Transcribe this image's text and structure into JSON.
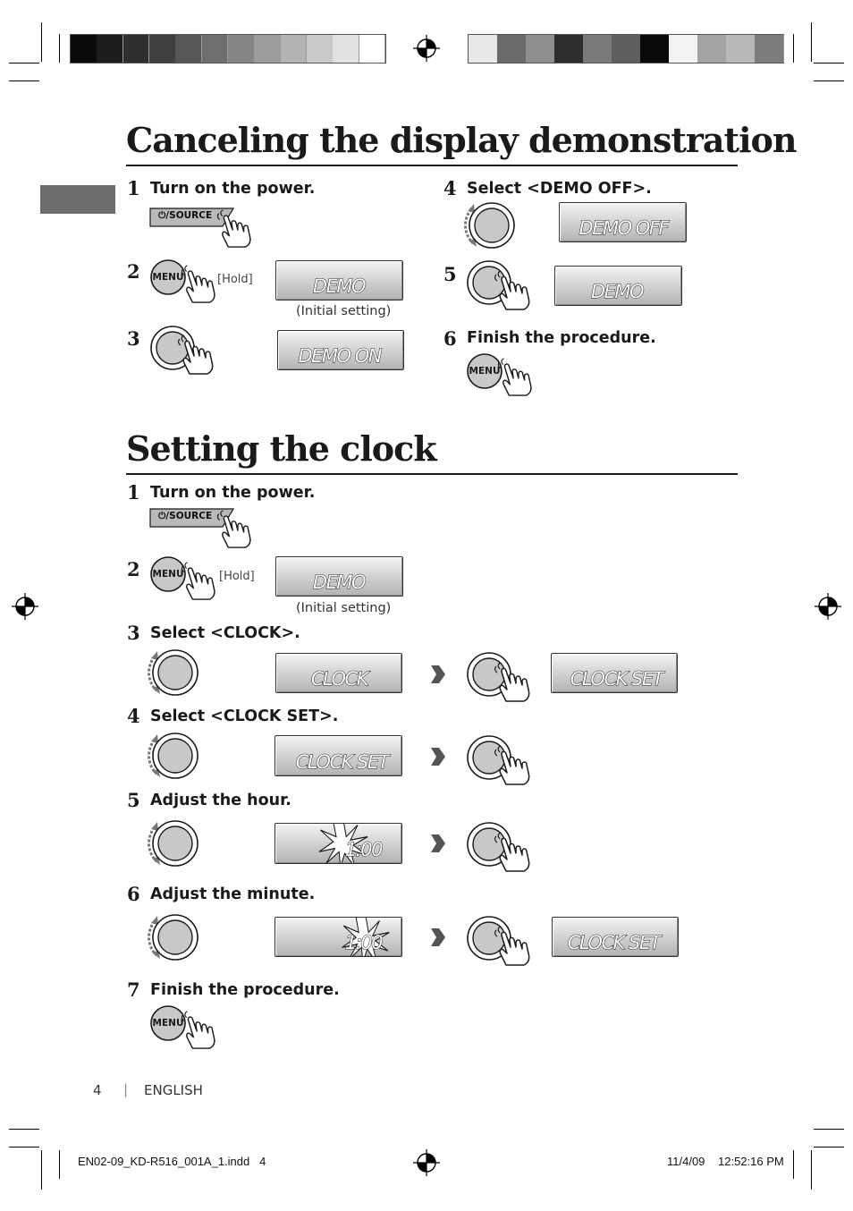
{
  "colors": {
    "text": "#1a1a1a",
    "tab": "#6d6d6d",
    "lcd_light": "#f4f4f4",
    "lcd_dark": "#b3b3b3",
    "knob": "#c8c8c8",
    "arrow": "#555555"
  },
  "color_bar_left": [
    "#0a0a0a",
    "#1c1c1c",
    "#2e2e2e",
    "#404040",
    "#575757",
    "#6e6e6e",
    "#858585",
    "#9c9c9c",
    "#b3b3b3",
    "#cacaca",
    "#e2e2e2",
    "#ffffff"
  ],
  "color_bar_right": [
    "#e8e8e8",
    "#6a6a6a",
    "#8e8e8e",
    "#2e2e2e",
    "#7a7a7a",
    "#5f5f5f",
    "#0a0a0a",
    "#f2f2f2",
    "#a4a4a4",
    "#b8b8b8",
    "#7c7c7c"
  ],
  "demo_section": {
    "title": "Canceling the display demonstration",
    "steps": [
      {
        "num": "1",
        "text": "Turn on the power."
      },
      {
        "num": "2",
        "text": ""
      },
      {
        "num": "3",
        "text": ""
      },
      {
        "num": "4",
        "text": "Select <DEMO OFF>."
      },
      {
        "num": "5",
        "text": ""
      },
      {
        "num": "6",
        "text": "Finish the procedure."
      }
    ],
    "source_label": "⏻/SOURCE",
    "menu_label": "MENU",
    "hold_label": "[Hold]",
    "initial_setting": "(Initial setting)",
    "lcd": {
      "step2": "DEMO",
      "step3": "DEMO ON",
      "step4": "DEMO OFF",
      "step5": "DEMO"
    }
  },
  "clock_section": {
    "title": "Setting the clock",
    "steps": [
      {
        "num": "1",
        "text": "Turn on the power."
      },
      {
        "num": "2",
        "text": ""
      },
      {
        "num": "3",
        "text": "Select <CLOCK>."
      },
      {
        "num": "4",
        "text": "Select <CLOCK SET>."
      },
      {
        "num": "5",
        "text": "Adjust the hour."
      },
      {
        "num": "6",
        "text": "Adjust the minute."
      },
      {
        "num": "7",
        "text": "Finish the procedure."
      }
    ],
    "source_label": "⏻/SOURCE",
    "menu_label": "MENU",
    "hold_label": "[Hold]",
    "initial_setting": "(Initial setting)",
    "lcd": {
      "step2": "DEMO",
      "step3a": "CLOCK",
      "step3b": "CLOCK SET",
      "step4": "CLOCK SET",
      "step5": "1:00",
      "step6a": "1:00",
      "step6b": "CLOCK SET"
    }
  },
  "footer": {
    "page_number": "4",
    "language": "ENGLISH",
    "separator": "|"
  },
  "slug": {
    "file": "EN02-09_KD-R516_001A_1.indd   4",
    "date": "11/4/09",
    "time": "12:52:16 PM"
  }
}
